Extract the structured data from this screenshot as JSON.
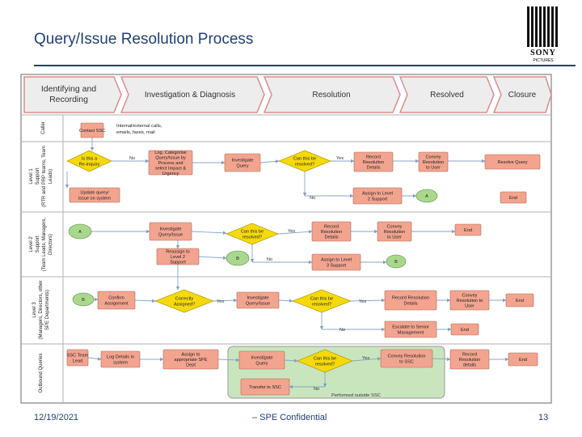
{
  "title": "Query/Issue Resolution Process",
  "logo": {
    "text": "SONY",
    "sub": "PICTURES"
  },
  "footer": {
    "date": "12/19/2021",
    "center": "– SPE Confidential",
    "page": "13"
  },
  "phases": [
    "Identifying and Recording",
    "Investigation & Diagnosis",
    "Resolution",
    "Resolved",
    "Closure"
  ],
  "lanes": [
    "Caller",
    "Level 1 Support (RTR and PRP teams, Team Leads)",
    "Level 2 Support (Team Leads, Managers, Directors)",
    "Level 3 (Managers, Directors, other SPE Departments)",
    "Outbound Queries"
  ],
  "nodes": {
    "contact_ssc": "Contact SSC",
    "channels": "Internal/external calls, emails, faxes, mail",
    "is_requery": "Is this a Re-Inquiry",
    "log_categorise": "Log, Categorise Query/Issue by Process and select Impact & Urgency",
    "investigate_query_1": "Investigate Query",
    "can_resolve_1": "Can this be resolved?",
    "record_details_1": "Record Resolution Details",
    "convey_user_1": "Convey Resolution to User",
    "resolve_query": "Resolve Query",
    "update_query": "Update query/ issue on system",
    "assign_l2": "Assign to Level 2 Support",
    "connector_a": "A",
    "end": "End",
    "investigate_l2": "Investigate Query/Issue",
    "can_resolve_2": "Can this be resolved?",
    "record_details_2": "Record Resolution Details",
    "convey_user_2": "Convey Resolution to User",
    "reassign_l2": "Reassign to Level 2 Support",
    "connector_b": "B",
    "assign_l3": "Assign to Level 3 Support",
    "confirm_assignment": "Confirm Assignment",
    "correctly_assigned": "Correctly Assigned?",
    "investigate_l3": "Investigate Query/Issue",
    "can_resolve_3": "Can this be resolved?",
    "record_details_3": "Record Resolution Details",
    "convey_user_3": "Convey Resolution to User",
    "escalate_senior": "Escalate to Senior Management",
    "ssc_team_lead": "SSC Team Lead",
    "log_details": "Log Details in system",
    "assign_spe": "Assign to appropriate SPE Dept",
    "investigate_query_4": "Investigate Query",
    "can_resolve_4": "Can this be resolved?",
    "convey_ssc": "Convey Resolution to SSC",
    "record_details_4": "Record Resolution details",
    "transfer_ssc": "Transfer to SSC",
    "performed_outside": "Performed outside SSC"
  },
  "edge_labels": {
    "yes": "Yes",
    "no": "No"
  },
  "colors": {
    "title": "#1f3f7a",
    "box_fill": "#f2a48f",
    "diamond_fill": "#f5d90a",
    "oval_fill": "#a9d88c",
    "highlight": "#c9e5be",
    "arrow": "#8ba6c8"
  }
}
